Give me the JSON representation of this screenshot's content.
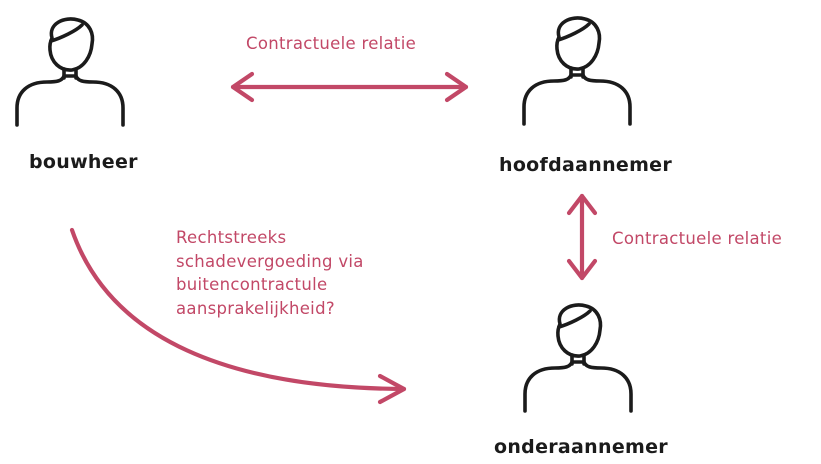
{
  "parties": {
    "bouwheer": "bouwheer",
    "hoofdaannemer": "hoofdaannemer",
    "onderaannemer": "onderaannemer"
  },
  "relations": {
    "top": "Contractuele relatie",
    "right": "Contractuele relatie",
    "claim_lines": [
      "Rechtstreeks",
      "schadevergoeding  via",
      "buitencontractule",
      "aansprakelijkheid?"
    ]
  },
  "colors": {
    "accent": "#c24867",
    "icon": "#1b1b1b"
  },
  "icons": {
    "person": "person-icon"
  }
}
